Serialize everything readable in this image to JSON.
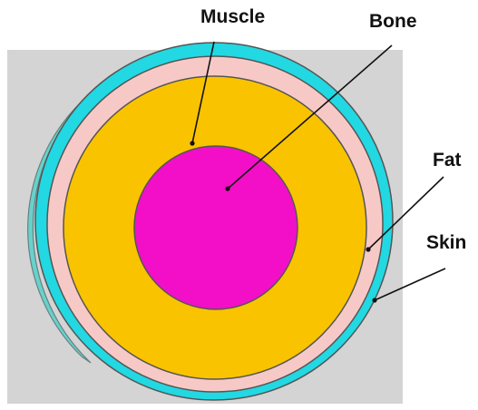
{
  "diagram": {
    "title": "",
    "labels": {
      "muscle": "Muscle",
      "bone": "Bone",
      "fat": "Fat",
      "skin": "Skin"
    },
    "layers": [
      {
        "name": "skin",
        "color": "#22d8e2"
      },
      {
        "name": "fat",
        "color": "#f7c9c6"
      },
      {
        "name": "muscle",
        "color": "#f9c300"
      },
      {
        "name": "bone",
        "color": "#f20fc7"
      }
    ],
    "background_color": "#d4d4d4",
    "outline_color": "#555555"
  }
}
